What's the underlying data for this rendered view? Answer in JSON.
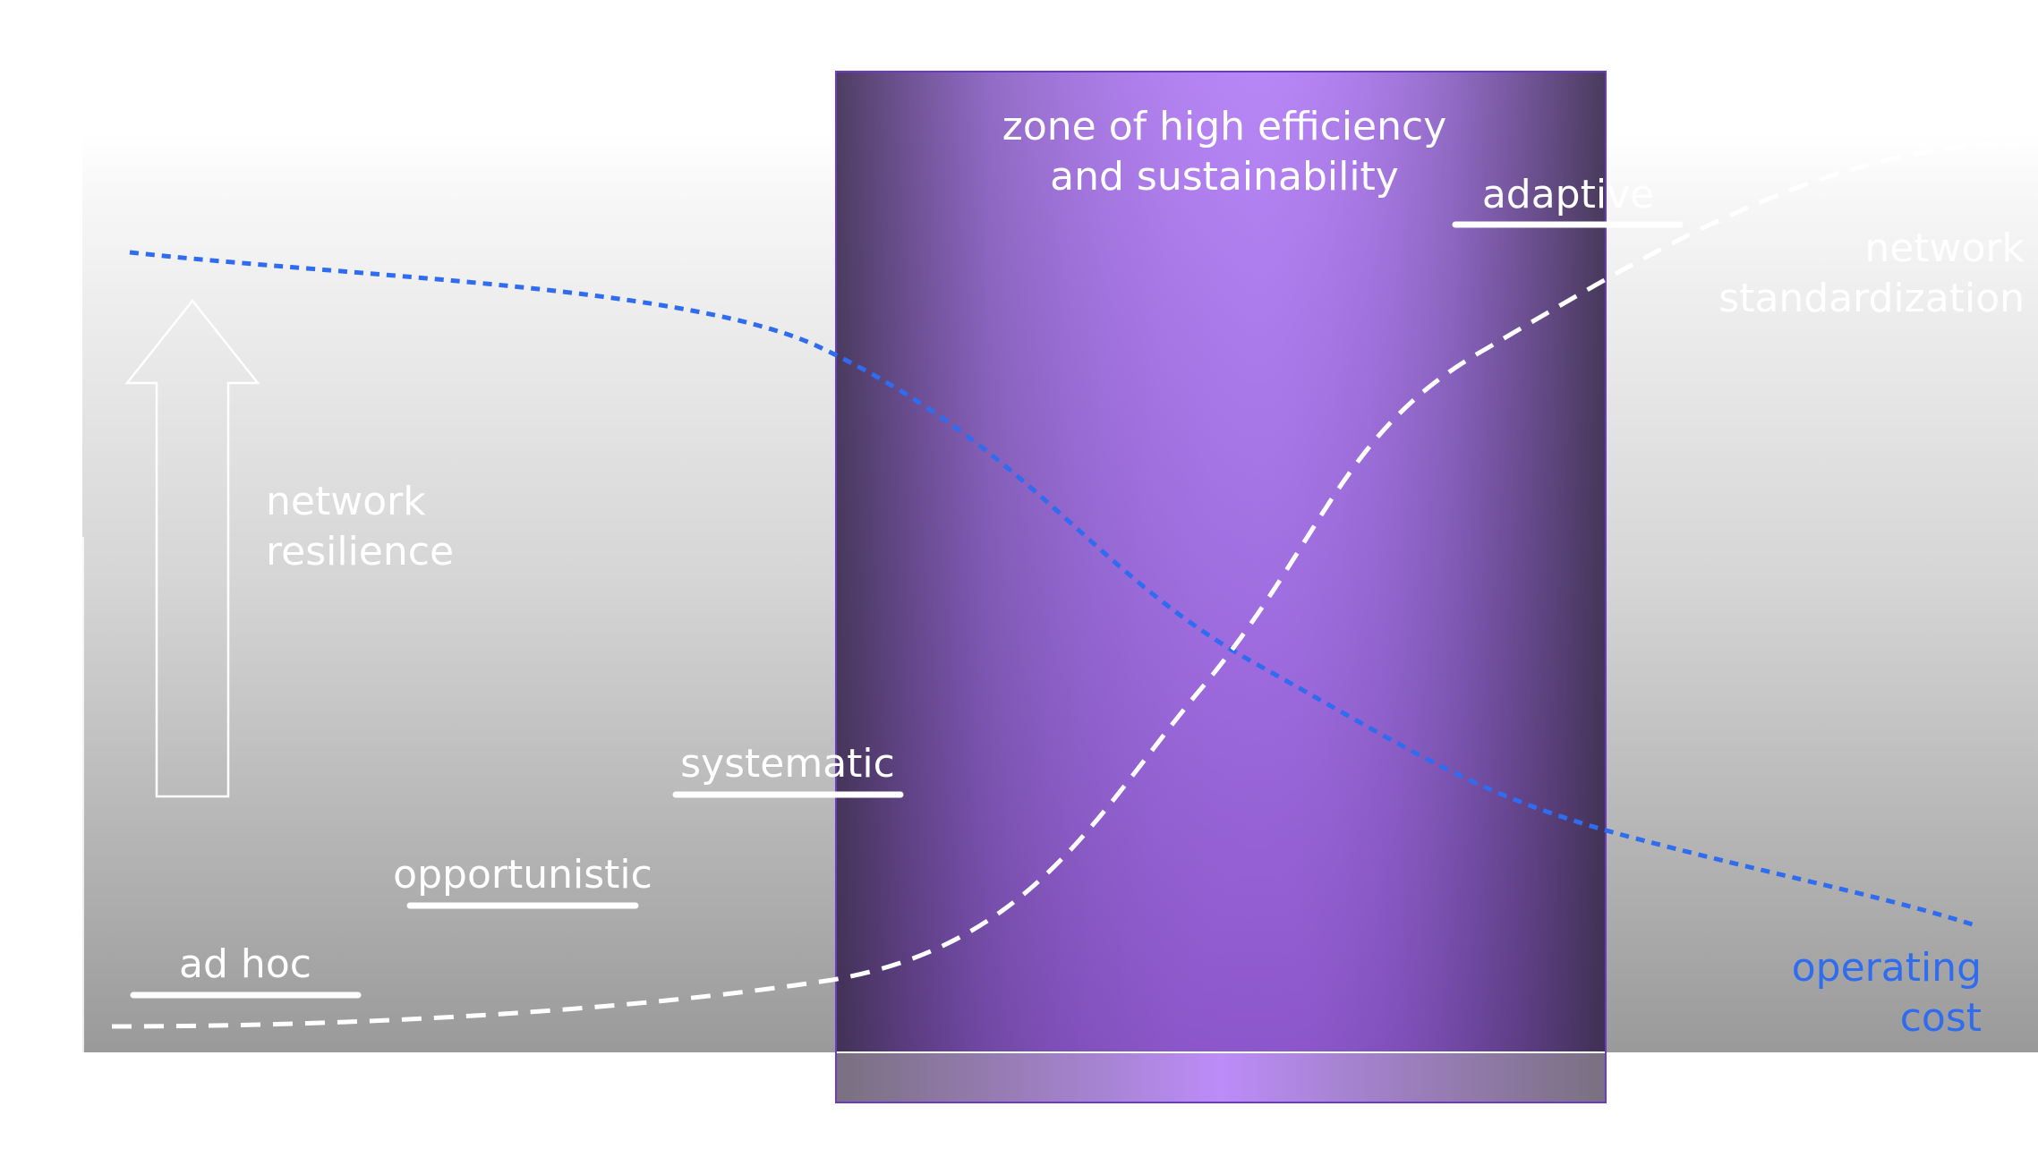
{
  "diagram": {
    "zone": {
      "label_line1": "zone of high efficiency",
      "label_line2": "and sustainability"
    },
    "axis_label": {
      "line1": "network",
      "line2": "resilience"
    },
    "series": {
      "standardization": {
        "line1": "network",
        "line2": "standardization",
        "style": "dashed-white"
      },
      "operating_cost": {
        "line1": "operating",
        "line2": "cost",
        "style": "dotted-blue"
      }
    },
    "maturity_levels": [
      {
        "label": "ad hoc"
      },
      {
        "label": "opportunistic"
      },
      {
        "label": "systematic"
      },
      {
        "label": "adaptive"
      }
    ],
    "colors": {
      "background_top": "#ffffff",
      "background_bottom": "#9a9a9a",
      "zone_center": "#b88af2",
      "zone_edge": "#4a4550",
      "zone_border": "#6b3bc4",
      "cost_line": "#2f6cf0",
      "standardization_line": "#ffffff",
      "label_text": "#ffffff",
      "cost_label": "#2f6cf0"
    }
  }
}
